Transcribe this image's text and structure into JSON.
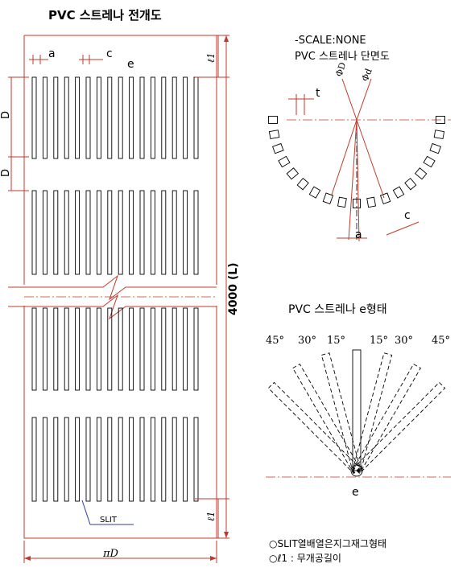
{
  "expansion": {
    "title": "PVC 스트레나 전개도",
    "label_a": "a",
    "label_c": "c",
    "label_e": "e",
    "label_D_top": "D",
    "label_D_mid": "D",
    "label_l1_top": "ℓ1",
    "label_l1_bottom": "ℓ1",
    "label_length": "4000 (L)",
    "label_width": "πD",
    "label_slit": "SLIT"
  },
  "section": {
    "scale_note": "-SCALE:NONE",
    "title": "PVC 스트레나 단면도",
    "label_t": "t",
    "label_c": "c",
    "label_a": "a",
    "label_phi_d": "ΦD",
    "label_phi_d2": "Φd"
  },
  "e_shape": {
    "title": "PVC 스트레나 e형태",
    "angles": [
      "45°",
      "30°",
      "15°",
      "15°",
      "30°",
      "45°"
    ],
    "label_e": "e"
  },
  "notes": [
    "○SLIT열배열은지그재그형태",
    "○ℓ1 : 무개공길이"
  ]
}
